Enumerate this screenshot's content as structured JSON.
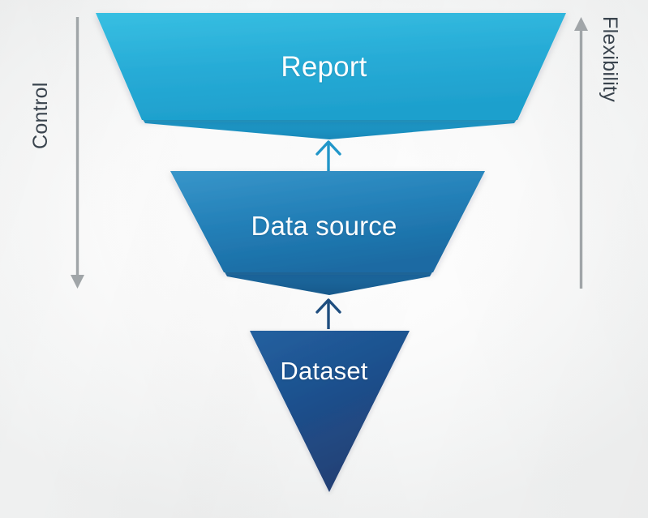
{
  "diagram": {
    "type": "inverted-funnel",
    "title": "Report / Data source / Dataset hierarchy",
    "background_color": "#f6f7f7",
    "stages": [
      {
        "id": "report",
        "label": "Report",
        "level": 1,
        "fill_top": "#32b9de",
        "fill_bottom": "#21a6d4",
        "fold_color": "#1b93c4",
        "label_color": "#ffffff"
      },
      {
        "id": "data-source",
        "label": "Data source",
        "level": 2,
        "fill_top": "#2f8fc4",
        "fill_bottom": "#1d6fa8",
        "fold_color": "#1a5f93",
        "label_color": "#ffffff"
      },
      {
        "id": "dataset",
        "label": "Dataset",
        "level": 3,
        "fill_top": "#1d5896",
        "fill_bottom": "#223f76",
        "fold_color": "#1b3c6e",
        "label_color": "#ffffff"
      }
    ],
    "connectors": [
      {
        "id": "dataset-to-datasource",
        "direction": "up",
        "color": "#1f4e7f"
      },
      {
        "id": "datasource-to-report",
        "direction": "up",
        "color": "#2196c9"
      }
    ],
    "axes": [
      {
        "id": "control-axis",
        "label": "Control",
        "side": "left",
        "direction": "down",
        "color": "#a0a5a8",
        "label_color": "#3a444e"
      },
      {
        "id": "flexibility-axis",
        "label": "Flexibility",
        "side": "right",
        "direction": "up",
        "color": "#a0a5a8",
        "label_color": "#3a444e"
      }
    ]
  }
}
